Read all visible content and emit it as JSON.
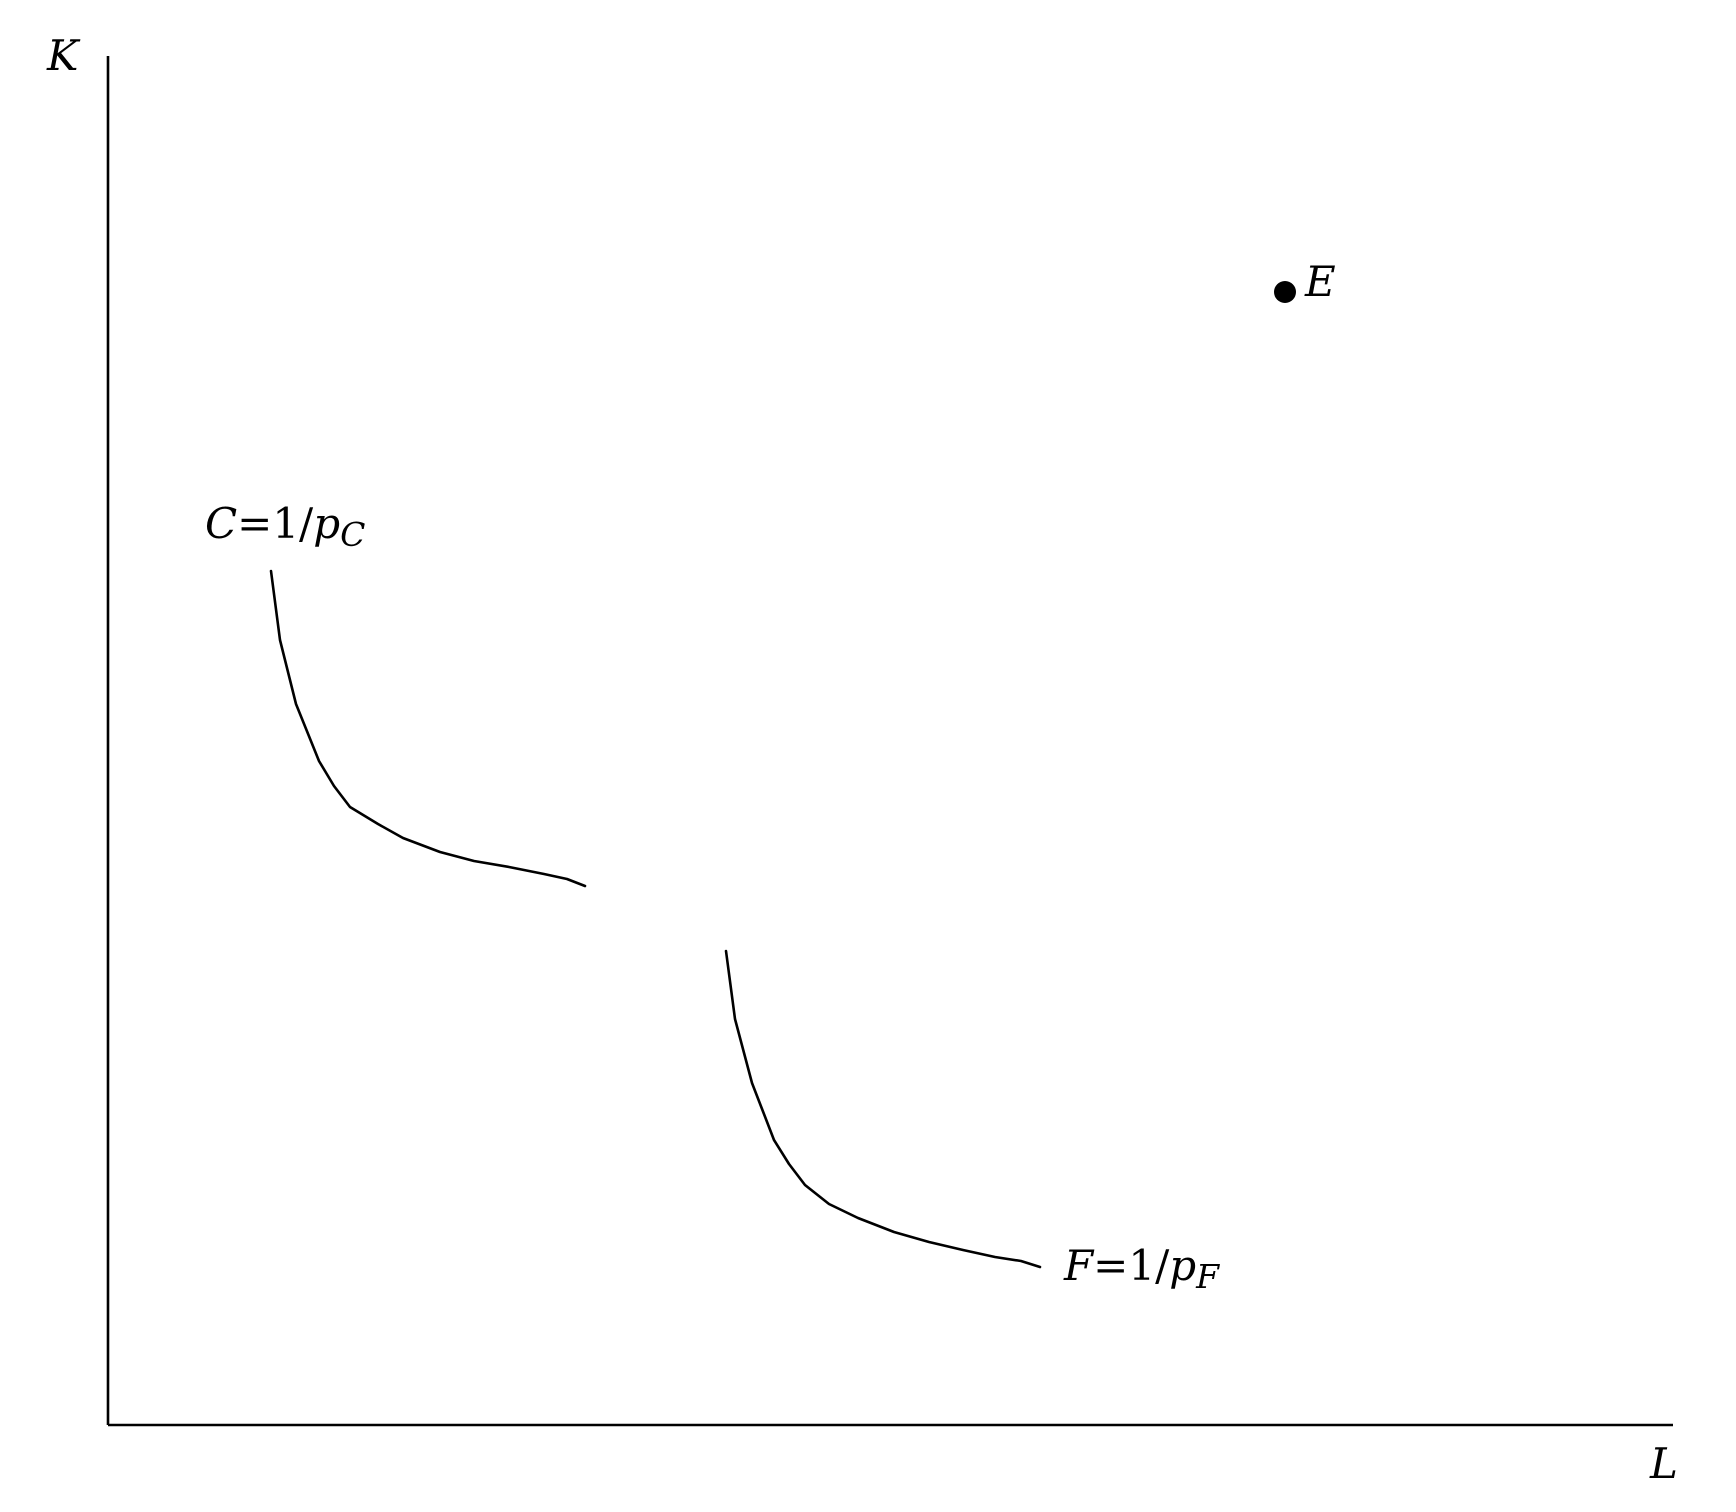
{
  "axes": {
    "y_label": "K",
    "x_label": "L"
  },
  "curves": [
    {
      "id": "C",
      "label": {
        "var": "C",
        "eq": "=1/",
        "p": "p",
        "sub": "C"
      }
    },
    {
      "id": "F",
      "label": {
        "var": "F",
        "eq": "=1/",
        "p": "p",
        "sub": "F"
      }
    }
  ],
  "point": {
    "label": "E"
  },
  "colors": {
    "ink": "#000000",
    "background": "#ffffff"
  }
}
